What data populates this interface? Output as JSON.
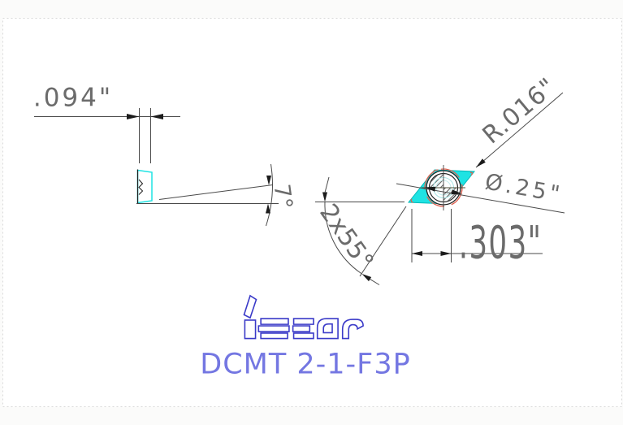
{
  "drawing": {
    "product_code": "DCMT 2-1-F3P",
    "brand": "iscar",
    "dimensions": {
      "thickness": ".094\"",
      "clearance_angle": "7°",
      "corner_angle": "2x55°",
      "corner_radius": "R.016\"",
      "inscribed_circle": "Ø.25\"",
      "edge_length": ".303\""
    },
    "colors": {
      "insert_fill": "#1fe3e3",
      "insert_edge": "#00b8b8",
      "highlight_red": "#e0604f",
      "logo_blue": "#3a3ac8",
      "code_blue": "#7477e2",
      "line": "#4a4a4a",
      "arrow": "#1c1c1c",
      "text": "#6b6b6b",
      "frame": "#d9d9d9"
    }
  }
}
